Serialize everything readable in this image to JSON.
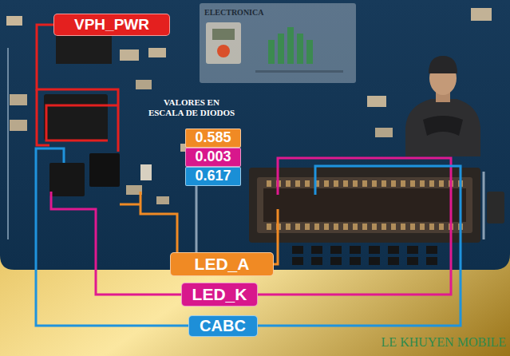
{
  "diagram": {
    "title": "VALORES EN ESCALA DE DIODOS",
    "nodes": [
      {
        "text": [
          "VPH_PWR"
        ]
      },
      {
        "text": [
          "0.585"
        ]
      },
      {
        "text": [
          "0.003"
        ]
      },
      {
        "text": [
          "0.617"
        ]
      },
      {
        "text": [
          "LED_A"
        ]
      },
      {
        "text": [
          "LED_K"
        ]
      },
      {
        "text": [
          "CABC"
        ]
      }
    ],
    "labels": [
      "ELECTRONICA",
      "LE KHUYEN MOBILE"
    ]
  }
}
